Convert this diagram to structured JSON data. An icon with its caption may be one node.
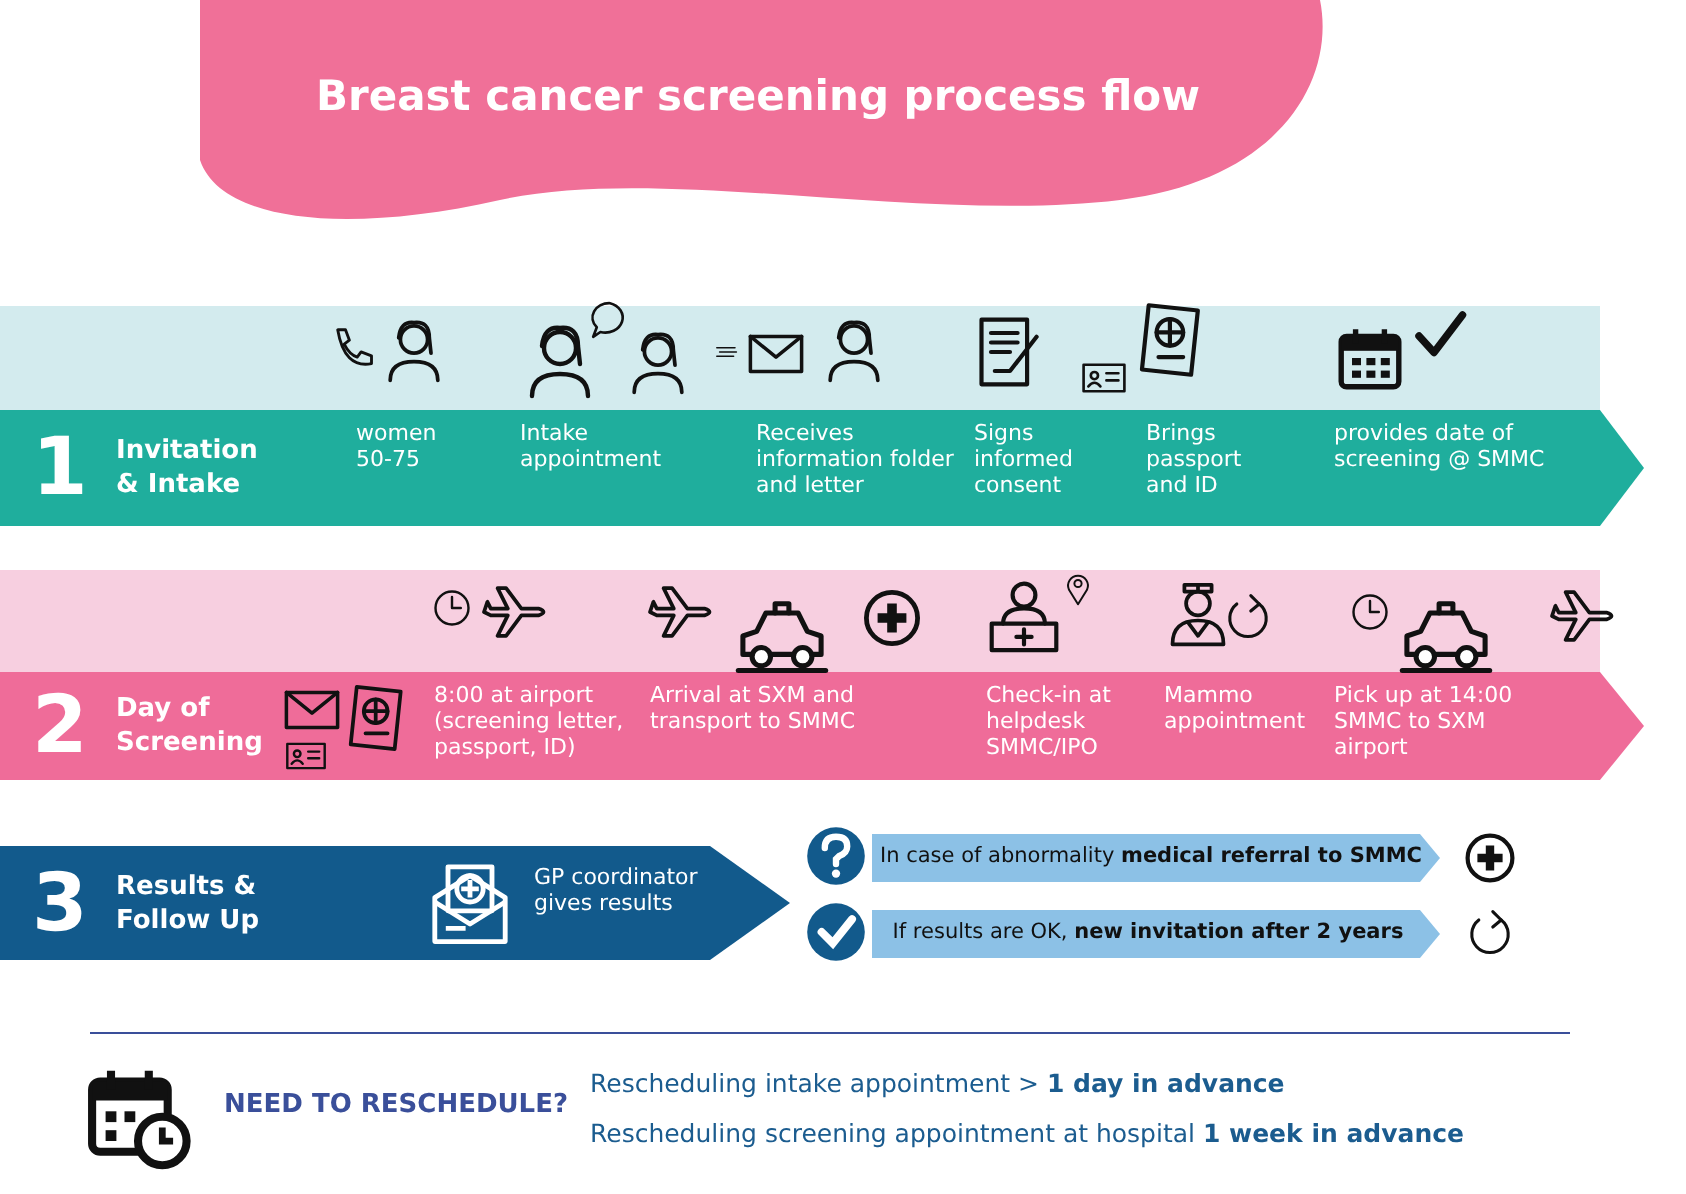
{
  "diagram": {
    "title": "Breast cancer screening process flow",
    "nodes": [
      {
        "text": [
          "1",
          "Invitation & Intake"
        ]
      },
      {
        "text": [
          "women 50-75"
        ],
        "in": 0
      },
      {
        "text": [
          "Intake appointment"
        ],
        "in": 0
      },
      {
        "text": [
          "Receives information folder and letter"
        ],
        "in": 0
      },
      {
        "text": [
          "Signs informed consent"
        ],
        "in": 0
      },
      {
        "text": [
          "Brings passport and ID"
        ],
        "in": 0
      },
      {
        "text": [
          "provides date of screening @ SMMC"
        ],
        "in": 0
      },
      {
        "text": [
          "2",
          "Day of Screening"
        ]
      },
      {
        "text": [
          "8:00 at airport (screening letter, passport, ID)"
        ],
        "in": 7
      },
      {
        "text": [
          "Arrival at SXM and transport to SMMC"
        ],
        "in": 7
      },
      {
        "text": [
          "Check-in at helpdesk SMMC/IPO"
        ],
        "in": 7
      },
      {
        "text": [
          "Mammo appointment"
        ],
        "in": 7
      },
      {
        "text": [
          "Pick up at 14:00 SMMC to SXM airport"
        ],
        "in": 7
      },
      {
        "text": [
          "3",
          "Results & Follow Up"
        ]
      },
      {
        "text": [
          "GP coordinator gives results"
        ],
        "in": 13
      },
      {
        "text": [
          "In case of abnormality **medical referral to SMMC**"
        ]
      },
      {
        "text": [
          "If results are OK, **new invitation after 2 years**"
        ]
      }
    ],
    "labels": [
      "NEED TO RESCHEDULE?",
      "Rescheduling intake appointment > **1 day in advance**",
      "Rescheduling screening appointment at hospital **1 week in advance**"
    ]
  }
}
